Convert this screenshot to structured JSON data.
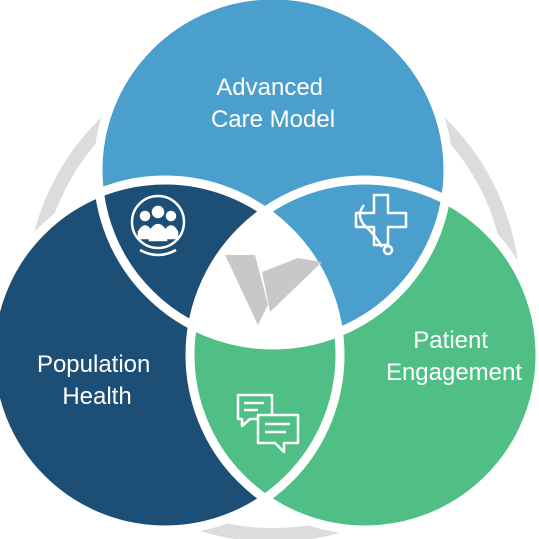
{
  "circles": [
    {
      "id": "advanced-care-model",
      "lines": [
        "Advanced",
        "Care Model"
      ],
      "color": "#4a9fcd"
    },
    {
      "id": "population-health",
      "lines": [
        "Population",
        "Health"
      ],
      "color": "#1d4f76"
    },
    {
      "id": "patient-engagement",
      "lines": [
        "Patient",
        "Engagement"
      ],
      "color": "#4fbf86"
    }
  ],
  "overlaps": {
    "top_left": {
      "icon": "care-team-icon",
      "color": "#1d4f76"
    },
    "top_right": {
      "icon": "medical-cross-stethoscope-icon",
      "color": "#4a9fcd"
    },
    "bottom": {
      "icon": "chat-bubbles-icon",
      "color": "#4fbf86"
    }
  },
  "center": {
    "icon": "v-logo-icon",
    "color": "#c8c8c8"
  },
  "ring": {
    "color": "#dcdcdc"
  }
}
